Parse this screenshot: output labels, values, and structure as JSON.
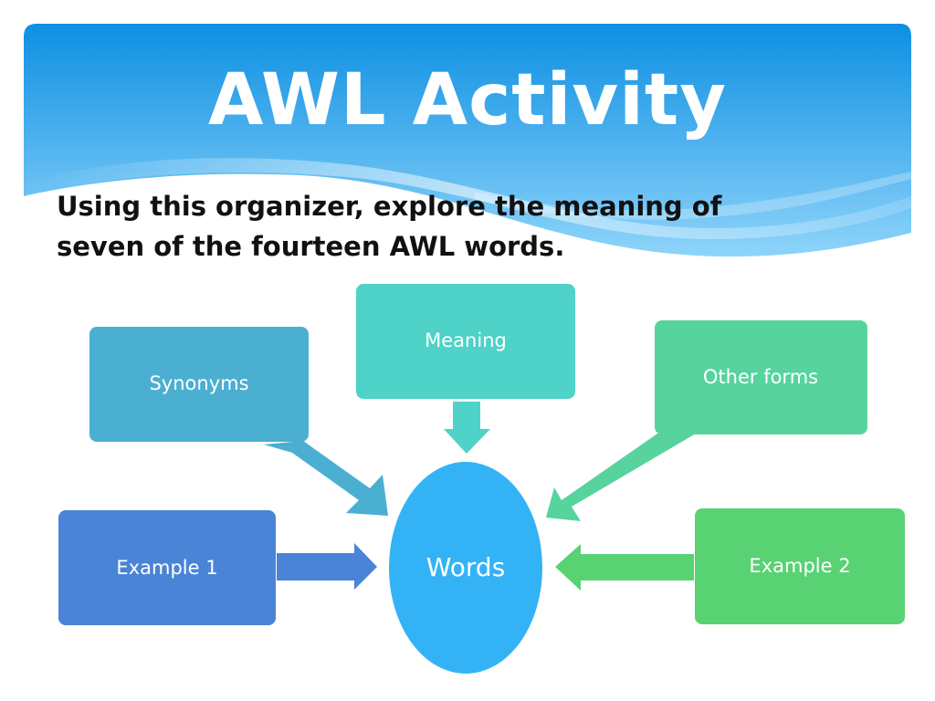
{
  "slide": {
    "title": "AWL Activity",
    "subtitle": "Using this organizer, explore the meaning of seven of the fourteen AWL words."
  },
  "diagram": {
    "center": {
      "label": "Words",
      "color": "#33B3F6"
    },
    "nodes": [
      {
        "id": "synonyms",
        "label": "Synonyms",
        "color": "#4BAFD1"
      },
      {
        "id": "meaning",
        "label": "Meaning",
        "color": "#4FD2C8"
      },
      {
        "id": "other-forms",
        "label": "Other forms",
        "color": "#57D39E"
      },
      {
        "id": "example-1",
        "label": "Example 1",
        "color": "#4A84D7"
      },
      {
        "id": "example-2",
        "label": "Example 2",
        "color": "#58D273"
      }
    ]
  },
  "theme": {
    "header_gradient_top": "#0D8FE2",
    "header_gradient_bottom": "#8ED4FA"
  }
}
